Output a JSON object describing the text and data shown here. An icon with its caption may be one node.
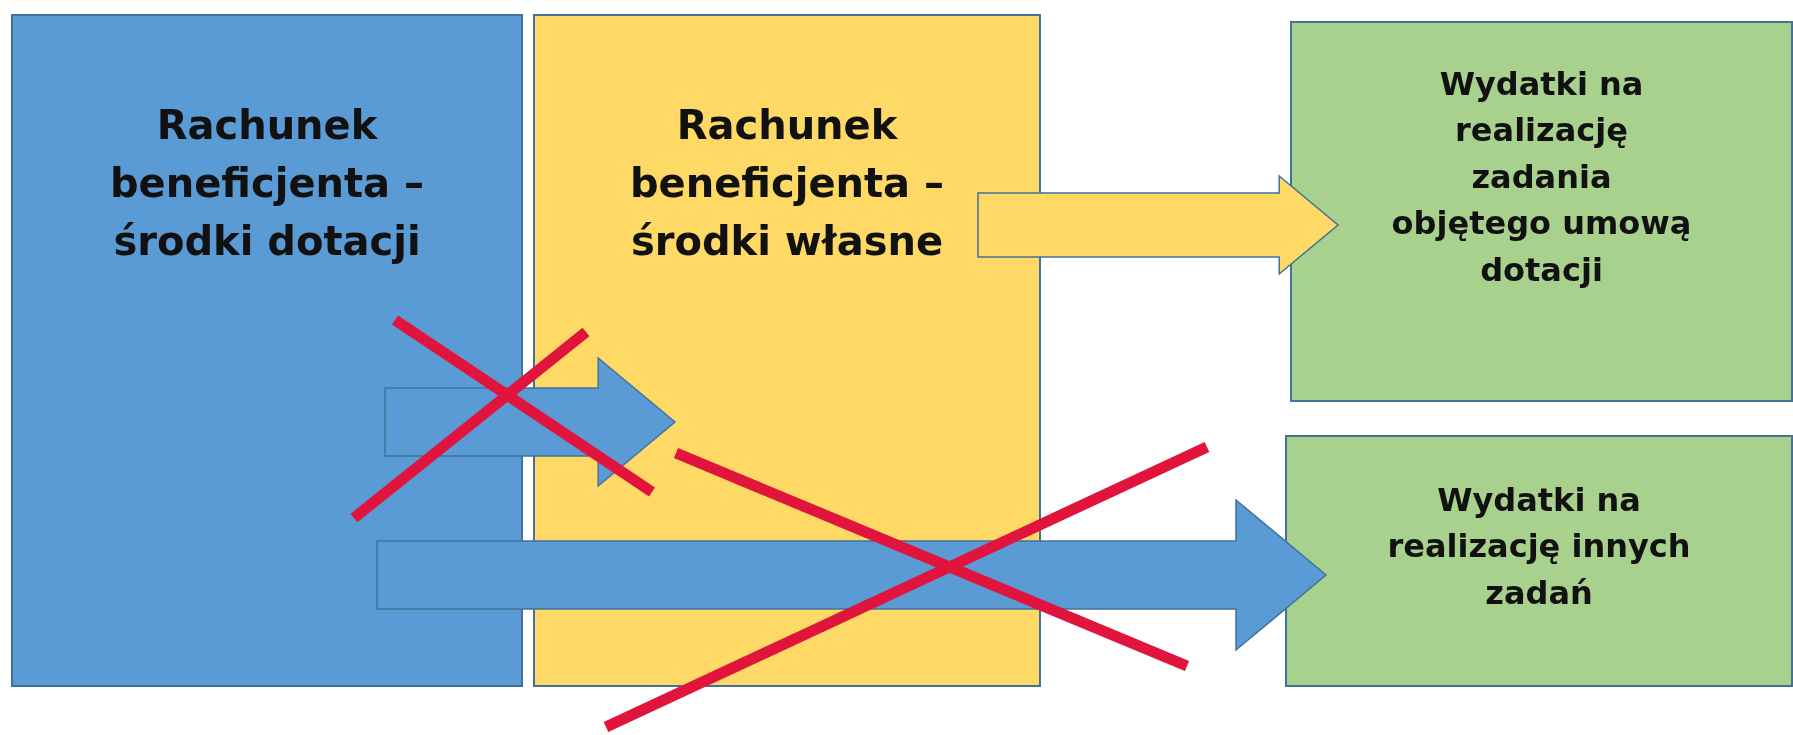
{
  "diagram": {
    "nodes": [
      {
        "text": [
          "Rachunek beneficjenta – środki dotacji"
        ]
      },
      {
        "text": [
          "Rachunek beneficjenta – środki własne"
        ]
      },
      {
        "text": [
          "Wydatki na realizację zadania objętego umową dotacji"
        ]
      },
      {
        "text": [
          "Wydatki na realizację innych zadań"
        ]
      }
    ],
    "edges": [
      {
        "from": 1,
        "to": 2,
        "arrow": "to",
        "color": "#ffd966"
      },
      {
        "from": 0,
        "to": 1,
        "arrow": "to"
      },
      {
        "from": 0,
        "to": 3,
        "arrow": "to"
      }
    ]
  }
}
